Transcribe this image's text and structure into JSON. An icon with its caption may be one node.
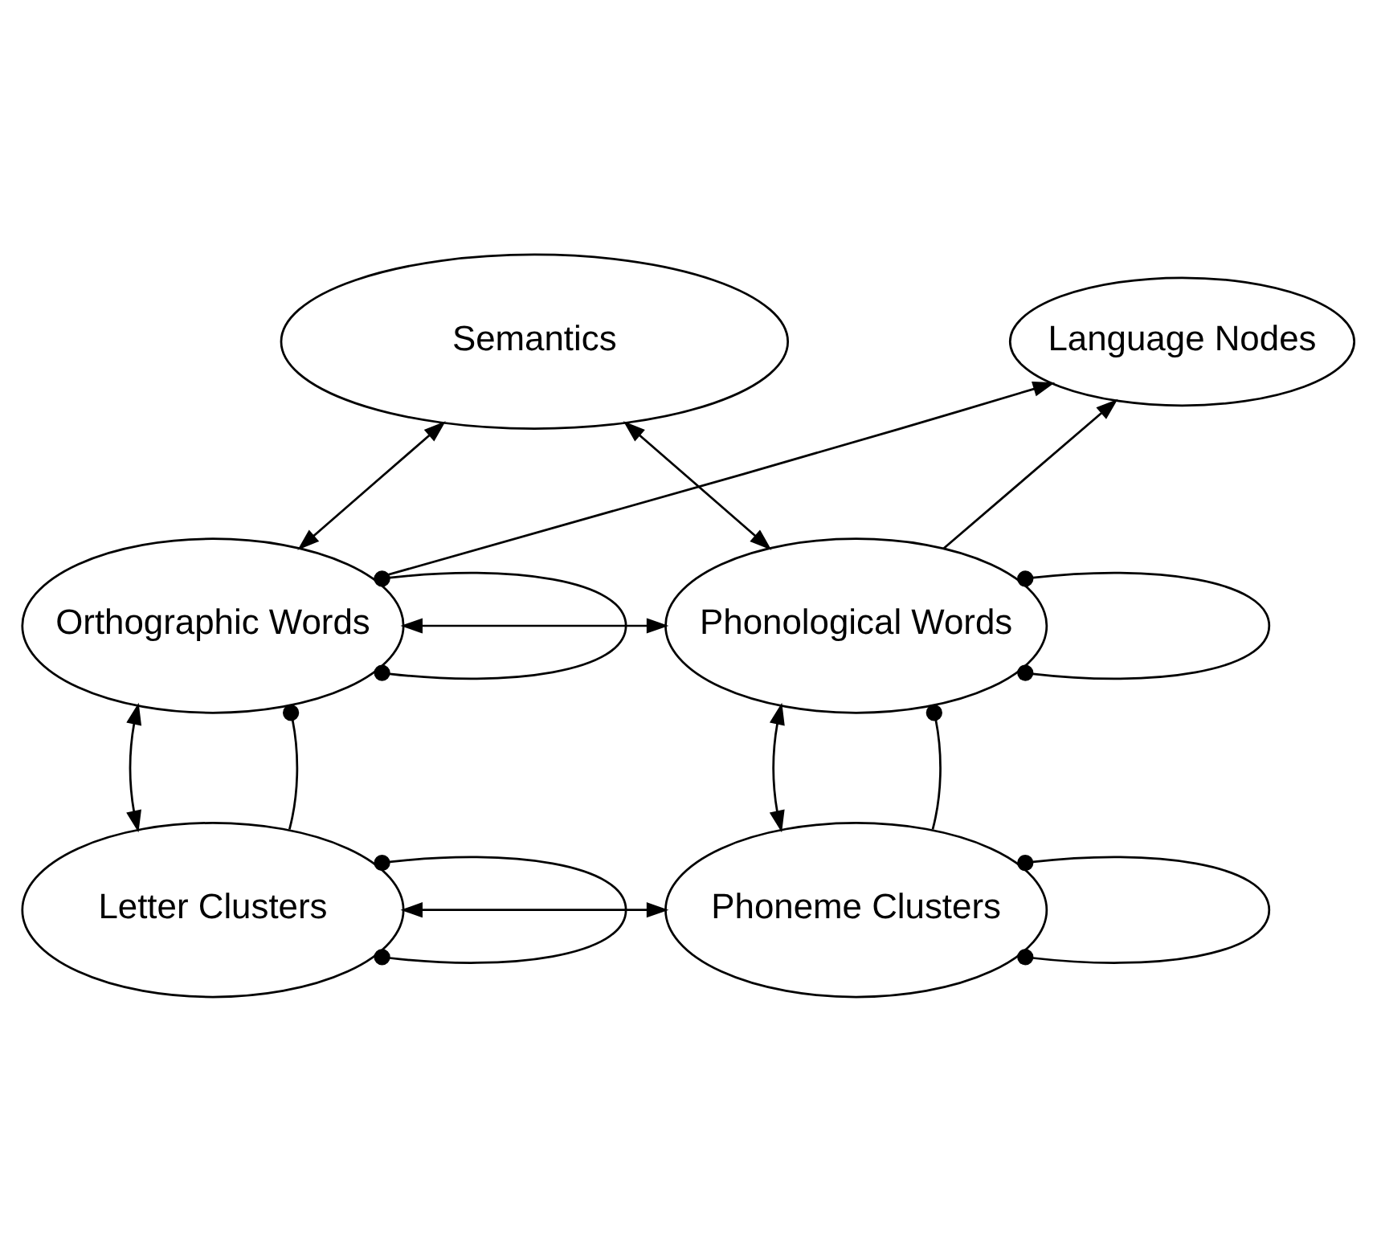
{
  "diagram": {
    "nodes": [
      {
        "text": [
          "Semantics"
        ]
      },
      {
        "text": [
          "Language Nodes"
        ]
      },
      {
        "text": [
          "Orthographic Words"
        ]
      },
      {
        "text": [
          "Phonological Words"
        ]
      },
      {
        "text": [
          "Letter Clusters"
        ]
      },
      {
        "text": [
          "Phoneme Clusters"
        ]
      }
    ],
    "edges": [
      {
        "from": 0,
        "to": 2,
        "arrow": "both"
      },
      {
        "from": 0,
        "to": 3,
        "arrow": "both"
      },
      {
        "from": 2,
        "to": 1,
        "arrow": "to"
      },
      {
        "from": 3,
        "to": 1,
        "arrow": "to"
      },
      {
        "from": 2,
        "to": 2,
        "arrow": "other"
      },
      {
        "from": 2,
        "to": 3,
        "arrow": "both"
      },
      {
        "from": 3,
        "to": 3,
        "arrow": "other"
      },
      {
        "from": 2,
        "to": 4,
        "arrow": "both"
      },
      {
        "from": 4,
        "to": 2,
        "arrow": "other"
      },
      {
        "from": 3,
        "to": 5,
        "arrow": "both"
      },
      {
        "from": 5,
        "to": 3,
        "arrow": "other"
      },
      {
        "from": 4,
        "to": 4,
        "arrow": "other"
      },
      {
        "from": 4,
        "to": 5,
        "arrow": "both"
      },
      {
        "from": 5,
        "to": 5,
        "arrow": "other"
      }
    ]
  }
}
